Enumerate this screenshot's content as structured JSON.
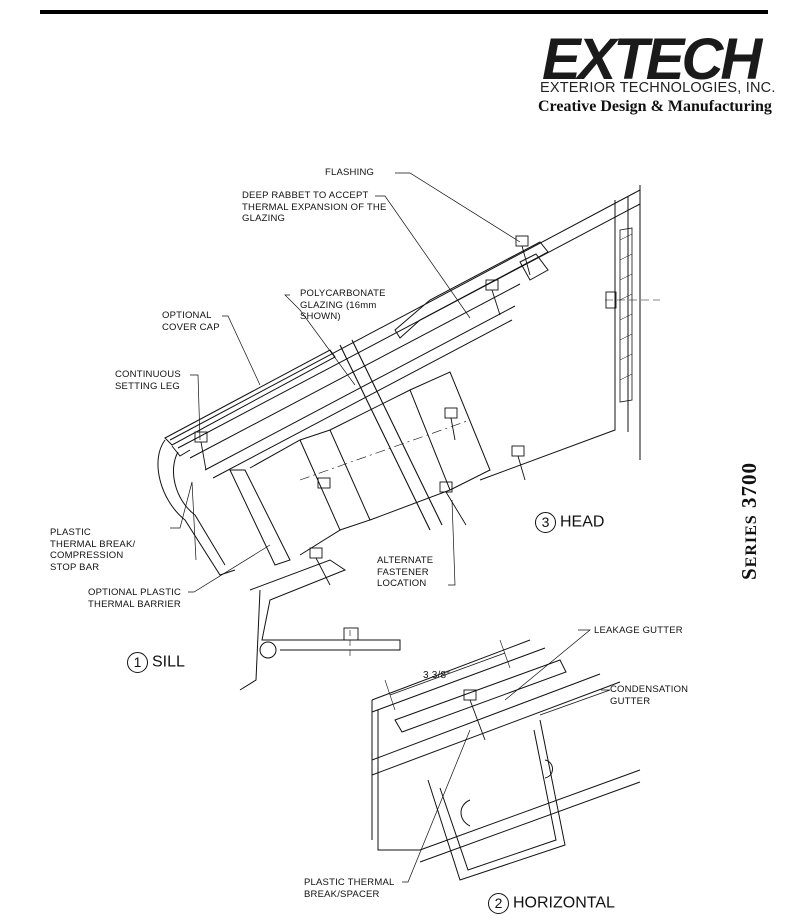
{
  "brand": {
    "logo_word": "EXTECH",
    "company": "EXTERIOR TECHNOLOGIES, INC.",
    "tagline": "Creative Design & Manufacturing"
  },
  "series": {
    "prefix": "S",
    "rest": "ERIES",
    "number": "3700"
  },
  "labels": {
    "flashing": "FLASHING",
    "deep_rabbet": "DEEP RABBET TO ACCEPT\nTHERMAL EXPANSION OF THE\nGLAZING",
    "polycarbonate": "POLYCARBONATE\nGLAZING (16mm\nSHOWN)",
    "cover_cap": "OPTIONAL\nCOVER CAP",
    "setting_leg": "CONTINUOUS\nSETTING LEG",
    "thermal_break": "PLASTIC\nTHERMAL BREAK/\nCOMPRESSION\nSTOP BAR",
    "thermal_barrier": "OPTIONAL PLASTIC\nTHERMAL BARRIER",
    "alt_fastener": "ALTERNATE\nFASTENER\nLOCATION",
    "leakage_gutter": "LEAKAGE GUTTER",
    "condensation_gutter": "CONDENSATION\nGUTTER",
    "thermal_spacer": "PLASTIC THERMAL\nBREAK/SPACER",
    "dimension": "3 3/8\""
  },
  "details": [
    {
      "num": "1",
      "name": "SILL"
    },
    {
      "num": "2",
      "name": "HORIZONTAL"
    },
    {
      "num": "3",
      "name": "HEAD"
    }
  ]
}
